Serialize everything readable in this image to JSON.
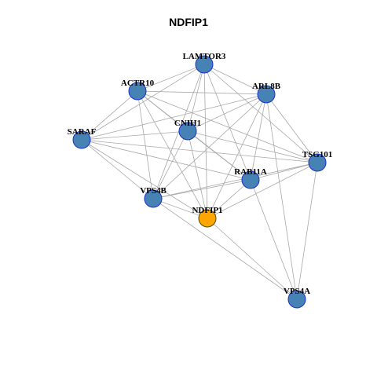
{
  "title": "NDFIP1",
  "colors": {
    "node": "#4682b4",
    "node_stroke": "#1b2fcf",
    "focus": "#ffa500",
    "focus_stroke": "#5a4b00",
    "edge": "#a8a8a8"
  },
  "nodes": [
    {
      "id": "LAMTOR3",
      "label": "LAMTOR3",
      "focus": false
    },
    {
      "id": "ACTR10",
      "label": "ACTR10",
      "focus": false
    },
    {
      "id": "ARL8B",
      "label": "ARL8B",
      "focus": false
    },
    {
      "id": "CNIH1",
      "label": "CNIH1",
      "focus": false
    },
    {
      "id": "SARAF",
      "label": "SARAF",
      "focus": false
    },
    {
      "id": "TSG101",
      "label": "TSG101",
      "focus": false
    },
    {
      "id": "RAB11A",
      "label": "RAB11A",
      "focus": false
    },
    {
      "id": "VPS4B",
      "label": "VPS4B",
      "focus": false
    },
    {
      "id": "NDFIP1",
      "label": "NDFIP1",
      "focus": true
    },
    {
      "id": "VPS4A",
      "label": "VPS4A",
      "focus": false
    }
  ],
  "edges": [
    [
      "LAMTOR3",
      "ACTR10"
    ],
    [
      "LAMTOR3",
      "ARL8B"
    ],
    [
      "LAMTOR3",
      "CNIH1"
    ],
    [
      "LAMTOR3",
      "SARAF"
    ],
    [
      "LAMTOR3",
      "TSG101"
    ],
    [
      "LAMTOR3",
      "RAB11A"
    ],
    [
      "LAMTOR3",
      "VPS4B"
    ],
    [
      "LAMTOR3",
      "NDFIP1"
    ],
    [
      "ACTR10",
      "ARL8B"
    ],
    [
      "ACTR10",
      "CNIH1"
    ],
    [
      "ACTR10",
      "SARAF"
    ],
    [
      "ACTR10",
      "TSG101"
    ],
    [
      "ACTR10",
      "RAB11A"
    ],
    [
      "ACTR10",
      "VPS4B"
    ],
    [
      "ACTR10",
      "NDFIP1"
    ],
    [
      "ARL8B",
      "CNIH1"
    ],
    [
      "ARL8B",
      "SARAF"
    ],
    [
      "ARL8B",
      "TSG101"
    ],
    [
      "ARL8B",
      "RAB11A"
    ],
    [
      "ARL8B",
      "VPS4B"
    ],
    [
      "ARL8B",
      "NDFIP1"
    ],
    [
      "ARL8B",
      "VPS4A"
    ],
    [
      "CNIH1",
      "SARAF"
    ],
    [
      "CNIH1",
      "TSG101"
    ],
    [
      "CNIH1",
      "RAB11A"
    ],
    [
      "CNIH1",
      "VPS4B"
    ],
    [
      "CNIH1",
      "NDFIP1"
    ],
    [
      "SARAF",
      "TSG101"
    ],
    [
      "SARAF",
      "RAB11A"
    ],
    [
      "SARAF",
      "VPS4B"
    ],
    [
      "SARAF",
      "NDFIP1"
    ],
    [
      "TSG101",
      "RAB11A"
    ],
    [
      "TSG101",
      "VPS4B"
    ],
    [
      "TSG101",
      "NDFIP1"
    ],
    [
      "TSG101",
      "VPS4A"
    ],
    [
      "RAB11A",
      "VPS4B"
    ],
    [
      "RAB11A",
      "NDFIP1"
    ],
    [
      "RAB11A",
      "VPS4A"
    ],
    [
      "VPS4B",
      "NDFIP1"
    ],
    [
      "VPS4B",
      "VPS4A"
    ],
    [
      "NDFIP1",
      "VPS4A"
    ]
  ]
}
